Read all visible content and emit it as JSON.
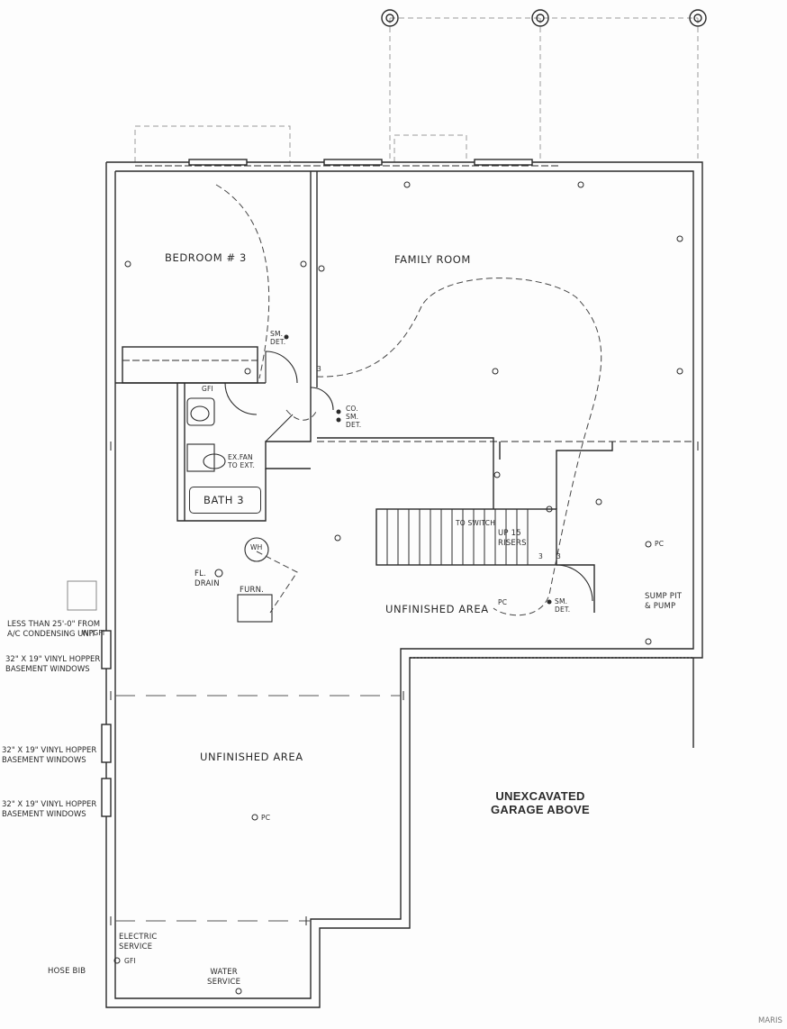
{
  "rooms": {
    "bedroom": "BEDROOM # 3",
    "family_room": "FAMILY ROOM",
    "bath": "BATH 3",
    "unfinished_area_right": "UNFINISHED AREA",
    "unfinished_area_left": "UNFINISHED AREA",
    "unexcavated_line1": "UNEXCAVATED",
    "unexcavated_line2": "GARAGE ABOVE"
  },
  "fixtures": {
    "gfi_bath": "GFI",
    "ex_fan_line1": "EX.FAN",
    "ex_fan_line2": "TO EXT.",
    "sm_det_bedroom_line1": "SM.",
    "sm_det_bedroom_line2": "DET.",
    "co_sm_det_line1": "CO.",
    "co_sm_det_line2": "SM.",
    "co_sm_det_line3": "DET.",
    "wh": "WH",
    "fl_drain_line1": "FL.",
    "fl_drain_line2": "DRAIN",
    "furn": "FURN.",
    "to_switch": "TO SWITCH",
    "stairs_line1": "UP 15",
    "stairs_line2": "RISERS",
    "pc_sump": "PC",
    "pc_unfinished": "PC",
    "pc_lower": "PC",
    "sm_det_unfinished_line1": "SM.",
    "sm_det_unfinished_line2": "DET.",
    "sump_line1": "SUMP PIT",
    "sump_line2": "& PUMP",
    "switch_3_bedroom": "3",
    "switch_3_stairs": "3",
    "switch_3_stairs_b": "3",
    "gfi_hose": "GFI"
  },
  "notes": {
    "condensing_line1": "LESS THAN 25'-0\" FROM",
    "condensing_line2": "A/C CONDENSING UNIT",
    "wpgfi": "WPGFI",
    "window1_line1": "32\" X 19\" VINYL HOPPER",
    "window1_line2": "BASEMENT WINDOWS",
    "window2_line1": "32\" X 19\" VINYL HOPPER",
    "window2_line2": "BASEMENT WINDOWS",
    "window3_line1": "32\" X 19\" VINYL HOPPER",
    "window3_line2": "BASEMENT WINDOWS",
    "electric_line1": "ELECTRIC",
    "electric_line2": "SERVICE",
    "hose_bib": "HOSE BIB",
    "water_line1": "WATER",
    "water_line2": "SERVICE"
  },
  "watermark": "MARIS",
  "colors": {
    "ink": "#2a2a2a",
    "dashed": "#888888",
    "paper": "#fdfdfd"
  }
}
